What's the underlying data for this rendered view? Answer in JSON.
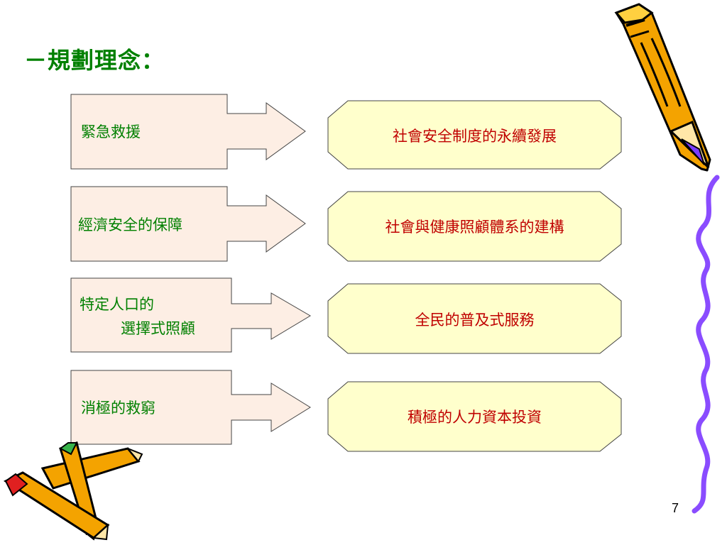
{
  "slide": {
    "title": "－規劃理念：",
    "page_number": "7"
  },
  "rows": [
    {
      "left": [
        "緊急救援"
      ],
      "right": "社會安全制度的永續發展"
    },
    {
      "left": [
        "經濟安全的保障"
      ],
      "right": "社會與健康照顧體系的建構"
    },
    {
      "left": [
        "特定人口的",
        "選擇式照顧"
      ],
      "right": "全民的普及式服務"
    },
    {
      "left": [
        "消極的救窮"
      ],
      "right": "積極的人力資本投資"
    }
  ],
  "colors": {
    "title": "#008000",
    "left_text": "#008000",
    "right_text": "#c00000",
    "left_fill": "#fdeee4",
    "right_fill": "#ffffcc",
    "squiggle": "#8a4cff"
  }
}
